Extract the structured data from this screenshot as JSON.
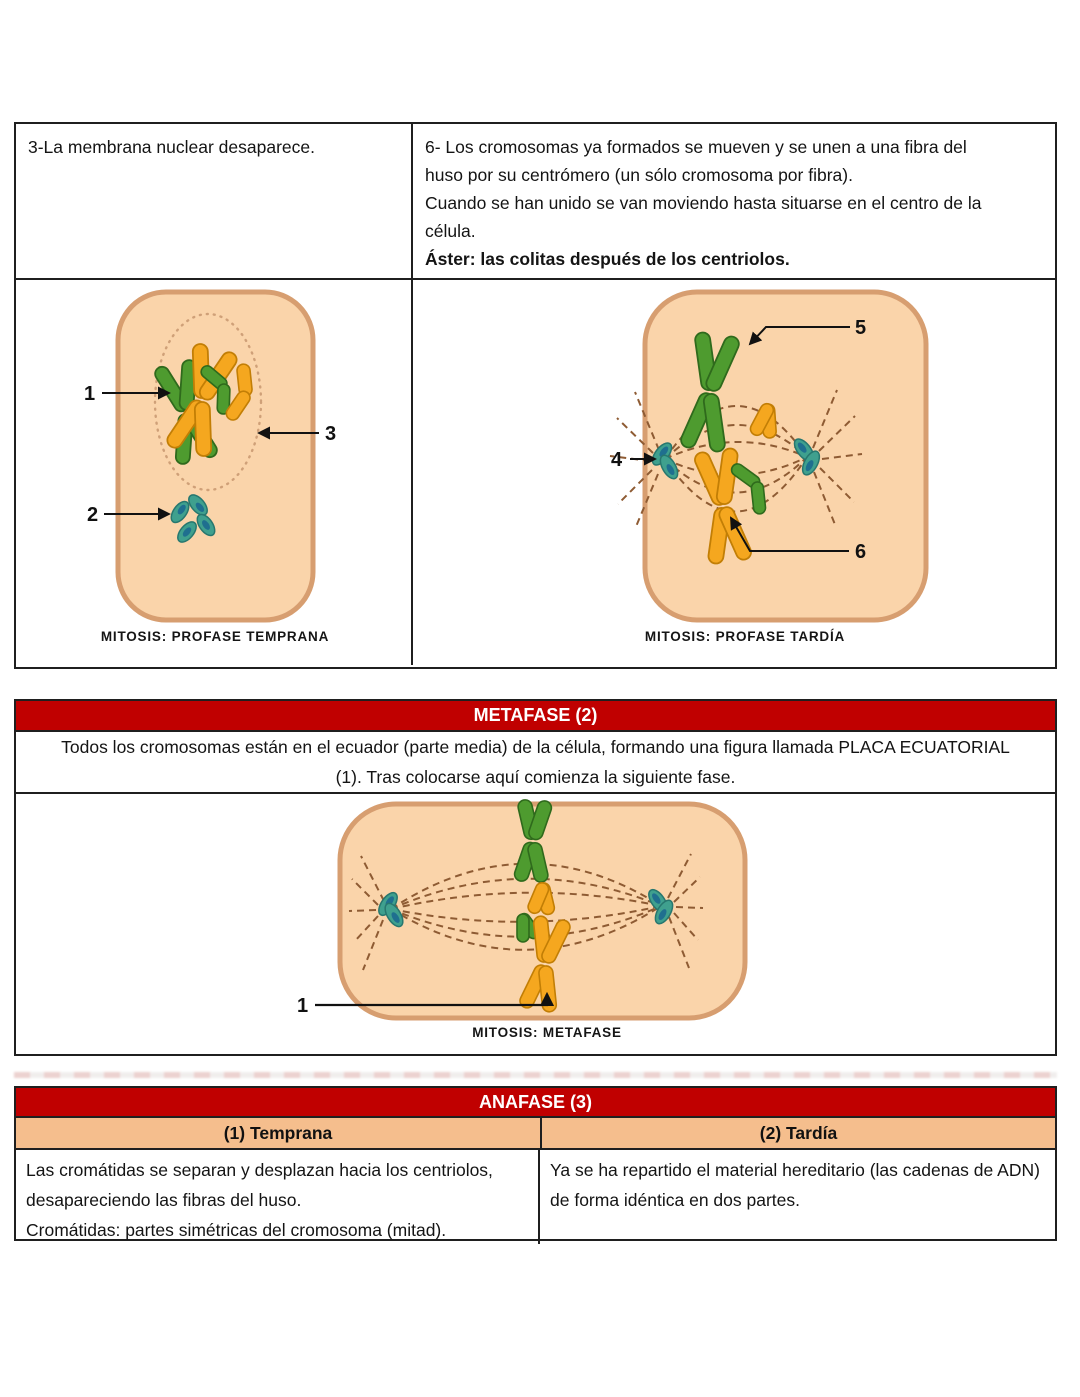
{
  "colors": {
    "header_red": "#C00000",
    "subheader_peach": "#F5BE8D",
    "cell_fill": "#FAD4AA",
    "cell_border": "#D79E70",
    "chromosome_green": "#4E9B2F",
    "chromosome_orange": "#F5A71F",
    "centriole_teal": "#3FA08E",
    "spindle_brown": "#8E5B33"
  },
  "profase": {
    "left_text": "3-La membrana nuclear desaparece.",
    "right_paragraphs": [
      "6- Los cromosomas ya formados se mueven y se unen a una fibra del huso por su centrómero (un sólo cromosoma por fibra).",
      "Cuando se han unido se van moviendo hasta situarse en el centro de la célula.",
      "Áster: las colitas después de los centriolos."
    ],
    "left_diagram": {
      "caption": "MITOSIS: PROFASE TEMPRANA",
      "labels": [
        "1",
        "2",
        "3"
      ]
    },
    "right_diagram": {
      "caption": "MITOSIS: PROFASE TARDÍA",
      "labels": [
        "4",
        "5",
        "6"
      ]
    }
  },
  "metafase": {
    "header": "METAFASE (2)",
    "body": "Todos los cromosomas están en el ecuador (parte media) de la célula, formando una figura llamada PLACA ECUATORIAL (1). Tras colocarse aquí comienza la siguiente fase.",
    "diagram": {
      "caption": "MITOSIS: METAFASE",
      "label": "1"
    }
  },
  "anafase": {
    "header": "ANAFASE (3)",
    "columns": [
      {
        "header": "(1) Temprana",
        "paragraphs": [
          "Las cromátidas se separan y desplazan hacia los centriolos, desapareciendo las fibras del huso.",
          "Cromátidas: partes simétricas del cromosoma (mitad)."
        ]
      },
      {
        "header": "(2) Tardía",
        "paragraphs": [
          "Ya se ha repartido el material hereditario (las cadenas de ADN) de forma idéntica en dos partes."
        ]
      }
    ]
  }
}
